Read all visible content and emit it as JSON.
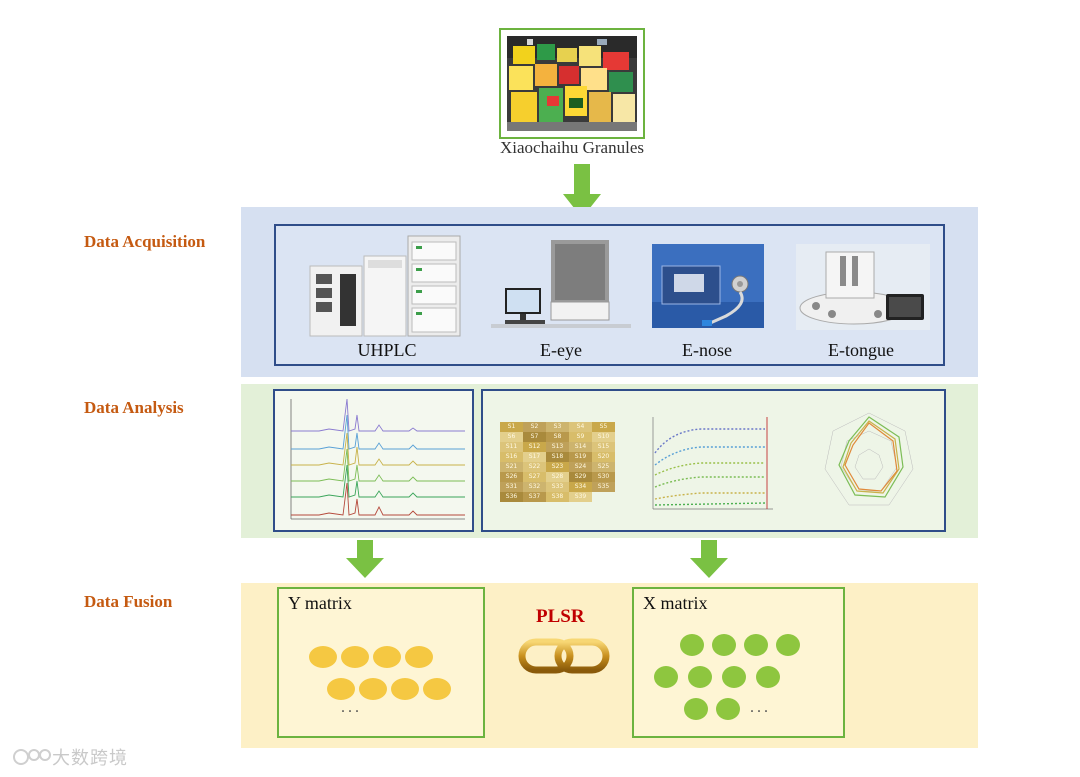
{
  "product": {
    "label": "Xiaochaihu Granules"
  },
  "sections": {
    "acquisition": "Data Acquisition",
    "analysis": "Data Analysis",
    "fusion": "Data Fusion"
  },
  "instruments": [
    {
      "label": "UHPLC",
      "icon": "uhplc-instrument-icon"
    },
    {
      "label": "E-eye",
      "icon": "e-eye-instrument-icon"
    },
    {
      "label": "E-nose",
      "icon": "e-nose-instrument-icon"
    },
    {
      "label": "E-tongue",
      "icon": "e-tongue-instrument-icon"
    }
  ],
  "heatmap": {
    "rows": [
      [
        "S1",
        "S2",
        "S3",
        "S4",
        "S5"
      ],
      [
        "S6",
        "S7",
        "S8",
        "S9",
        "S10"
      ],
      [
        "S11",
        "S12",
        "S13",
        "S14",
        "S15"
      ],
      [
        "S16",
        "S17",
        "S18",
        "S19",
        "S20"
      ],
      [
        "S21",
        "S22",
        "S23",
        "S24",
        "S25"
      ],
      [
        "S26",
        "S27",
        "S28",
        "S29",
        "S30"
      ],
      [
        "S31",
        "S32",
        "S33",
        "S34",
        "S35"
      ],
      [
        "S36",
        "S37",
        "S38",
        "S39"
      ]
    ]
  },
  "fusion": {
    "y_title": "Y matrix",
    "x_title": "X matrix",
    "method": "PLSR",
    "y_ellipsis": "...",
    "x_ellipsis": "..."
  },
  "colors": {
    "arrow": "#7ac143",
    "accent_label": "#c55a11",
    "acq_band": "#d6e0f1",
    "ana_band": "#e3f0d8",
    "fus_band": "#fdf0c6",
    "box_border": "#2f4d89",
    "matrix_border": "#6cb33f",
    "y_dot": "#f5c842",
    "x_dot": "#8ec63f",
    "plsr": "#c00000"
  },
  "watermark": "大数跨境"
}
